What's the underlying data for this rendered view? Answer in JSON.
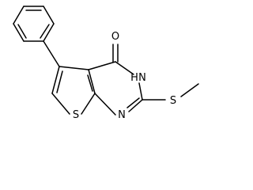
{
  "molecule": {
    "atoms": {
      "oxygen": "O",
      "nh": "H",
      "nh_n": "N",
      "n_ring": "N",
      "s_exo": "S",
      "s_ring": "S"
    }
  },
  "colors": {
    "bond": "#000000",
    "label": "#000000",
    "background": "#ffffff"
  }
}
